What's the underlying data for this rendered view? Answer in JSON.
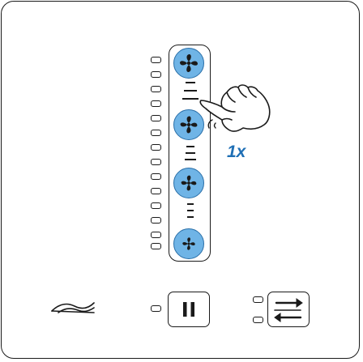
{
  "tap_hint": {
    "label": "1x"
  },
  "fan_speed": {
    "selected": 2,
    "levels": 4
  },
  "icons": {
    "fan": "fan-icon",
    "hand": "pointing-hand-icon",
    "airflow": "airflow-icon",
    "pause": "pause-icon",
    "direction": "bidirectional-arrows-icon"
  },
  "colors": {
    "fan_fill": "#6fb4e6",
    "fan_stroke": "#2a6fa8",
    "accent_text": "#1f6fb5",
    "outline": "#1a1a1a"
  }
}
